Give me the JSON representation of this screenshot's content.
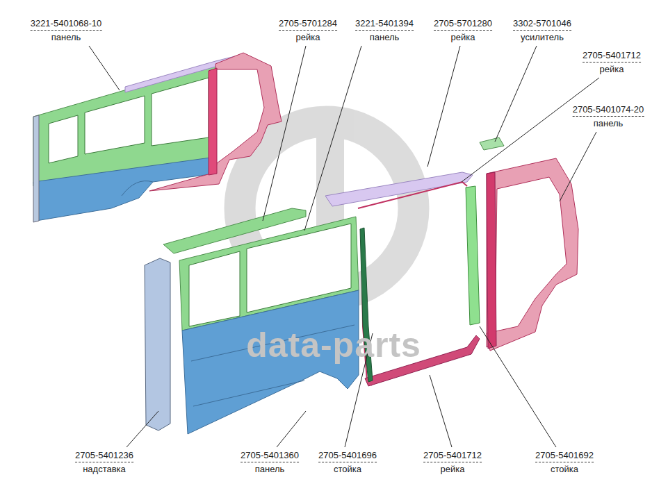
{
  "diagram": {
    "labels": [
      "3221-5401068-10",
      "панель",
      "2705-5701284",
      "рейка",
      "3221-5401394",
      "панель",
      "2705-5701280",
      "рейка",
      "3302-5701046",
      "усилитель",
      "2705-5401712",
      "рейка",
      "2705-5401074-20",
      "панель",
      "2705-5401236",
      "надставка",
      "2705-5401360",
      "панель",
      "2705-5401696",
      "стойка",
      "2705-5401712",
      "рейка",
      "2705-5401692",
      "стойка",
      "data-parts"
    ]
  }
}
